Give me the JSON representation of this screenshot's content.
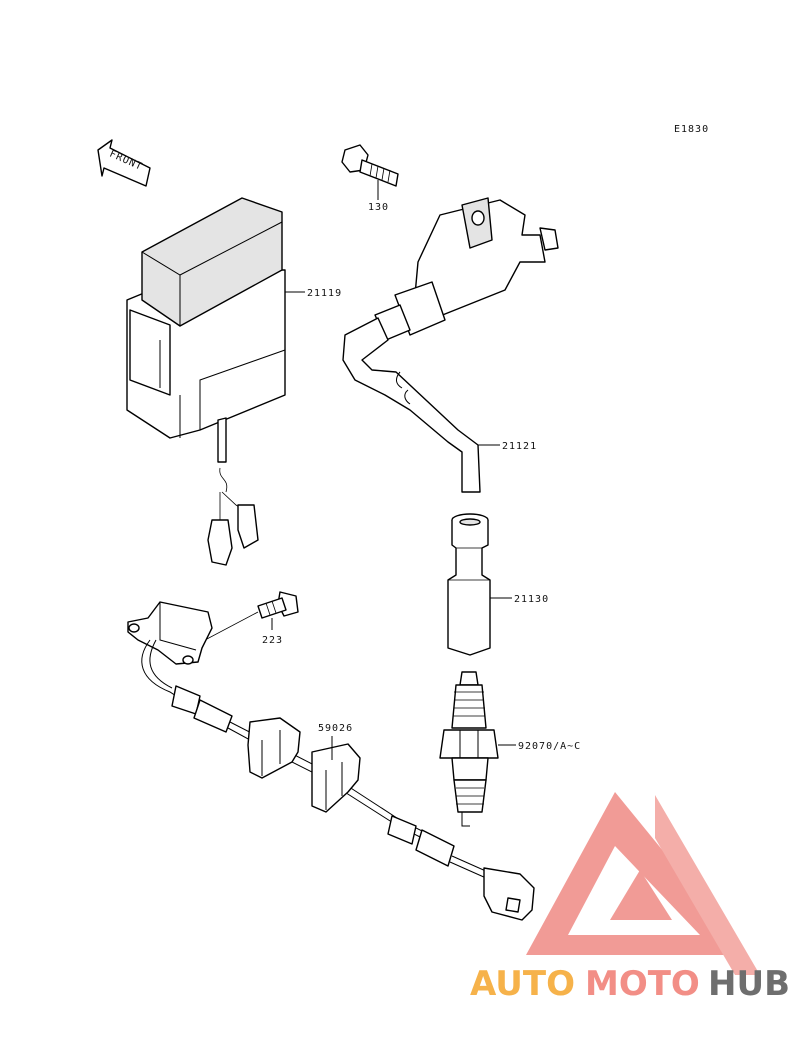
{
  "diagram_code": "E1830",
  "front_arrow": {
    "label": "FRONT"
  },
  "parts": [
    {
      "id": "cdi-unit",
      "number": "21119"
    },
    {
      "id": "bolt",
      "number": "130"
    },
    {
      "id": "ignition-coil",
      "number": "21121"
    },
    {
      "id": "plug-cap",
      "number": "21130"
    },
    {
      "id": "spark-plug",
      "number": "92070/A~C"
    },
    {
      "id": "screw",
      "number": "223"
    },
    {
      "id": "wire-harness",
      "number": "59026"
    }
  ],
  "watermark": {
    "part1": "AUTO",
    "part2": "MOTO",
    "part3": "HUB"
  }
}
